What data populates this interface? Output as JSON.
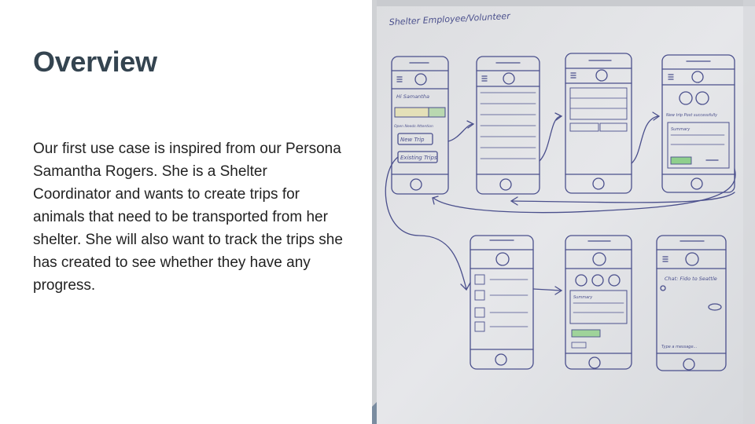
{
  "slide": {
    "title": "Overview",
    "body": "Our first use case is inspired from our Persona Samantha Rogers. She is a Shelter Coordinator and wants to create trips for animals that need to be transported from her shelter. She will also want to track the trips she has created to see whether they have any progress."
  },
  "whiteboard": {
    "heading": "Shelter Employee/Volunteer",
    "phone1": {
      "greeting": "Hi Samantha",
      "note": "Open Needs Attention",
      "button_new": "New Trip",
      "button_existing": "Existing Trips"
    },
    "phone4": {
      "status": "New trip Post successfully",
      "summary_label": "Summary"
    },
    "phone5": {
      "summary_label": "Summary"
    },
    "phone6": {
      "title": "Chat: Fido to Seattle",
      "input_hint": "Type a message..."
    }
  },
  "colors": {
    "ink": "#4a4f8c",
    "board": "#e2e3e6",
    "title": "#344450",
    "text": "#222222"
  }
}
